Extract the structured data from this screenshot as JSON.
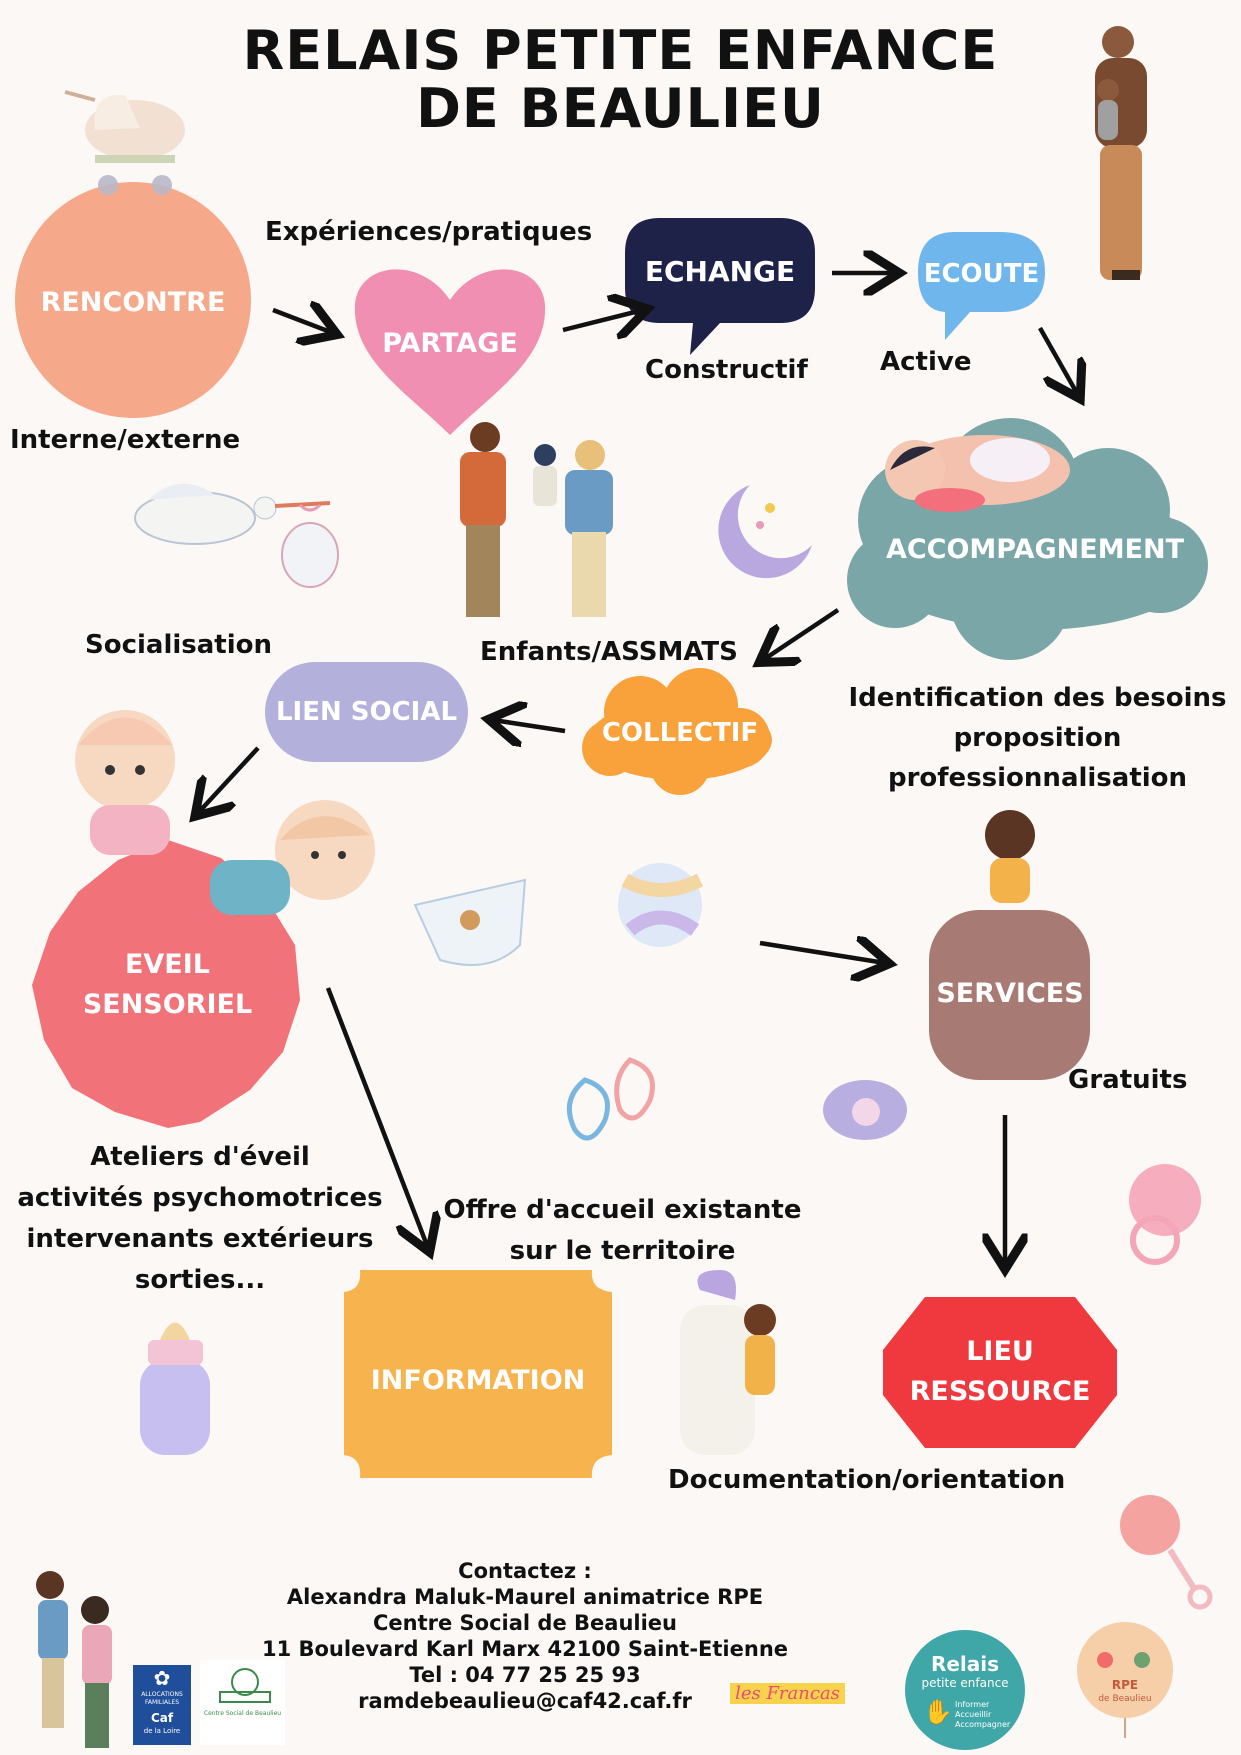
{
  "title": {
    "line1": "RELAIS PETITE ENFANCE",
    "line2": "DE BEAULIEU"
  },
  "nodes": {
    "rencontre": "RENCONTRE",
    "partage": "PARTAGE",
    "echange": "ECHANGE",
    "ecoute": "ECOUTE",
    "accompagnement": "ACCOMPAGNEMENT",
    "collectif": "COLLECTIF",
    "lien_social": "LIEN SOCIAL",
    "eveil_line1": "EVEIL",
    "eveil_line2": "SENSORIEL",
    "services": "SERVICES",
    "information": "INFORMATION",
    "lieu_line1": "LIEU",
    "lieu_line2": "RESSOURCE"
  },
  "labels": {
    "experiences": "Expériences/pratiques",
    "constructif": "Constructif",
    "active": "Active",
    "interne": "Interne/externe",
    "socialisation": "Socialisation",
    "enfants": "Enfants/ASSMATS",
    "besoins_1": "Identification des besoins",
    "besoins_2": "proposition",
    "besoins_3": "professionnalisation",
    "gratuits": "Gratuits",
    "ateliers_1": "Ateliers d'éveil",
    "ateliers_2": "activités psychomotrices",
    "ateliers_3": "intervenants extérieurs",
    "ateliers_4": "sorties...",
    "offre_1": "Offre d'accueil existante",
    "offre_2": "sur le territoire",
    "documentation": "Documentation/orientation"
  },
  "contact": {
    "heading": "Contactez :",
    "name": "Alexandra Maluk-Maurel animatrice RPE",
    "org": "Centre Social de Beaulieu",
    "address": "11 Boulevard Karl Marx 42100 Saint-Etienne",
    "tel": "Tel : 04 77 25 25 93",
    "email": "ramdebeaulieu@caf42.caf.fr"
  },
  "logos": {
    "caf_1": "ALLOCATIONS",
    "caf_2": "FAMILIALES",
    "caf_3": "Caf",
    "caf_4": "de la Loire",
    "centre_social": "Centre Social de Beaulieu",
    "francas": "les Francas",
    "relais_1": "Relais",
    "relais_2": "petite enfance",
    "relais_3": "Informer",
    "relais_4": "Accueillir",
    "relais_5": "Accompagner",
    "rpe_1": "RPE",
    "rpe_2": "de Beaulieu"
  },
  "colors": {
    "rencontre": "#f6a98a",
    "partage": "#f08fb2",
    "echange": "#1e2148",
    "ecoute": "#6fb6ec",
    "accompagnement": "#7aa6a7",
    "collectif": "#f9a23b",
    "lien_social": "#b4b0dc",
    "eveil": "#f27279",
    "services": "#a87a74",
    "information": "#f7b34e",
    "lieu_ressource": "#f0393e"
  }
}
